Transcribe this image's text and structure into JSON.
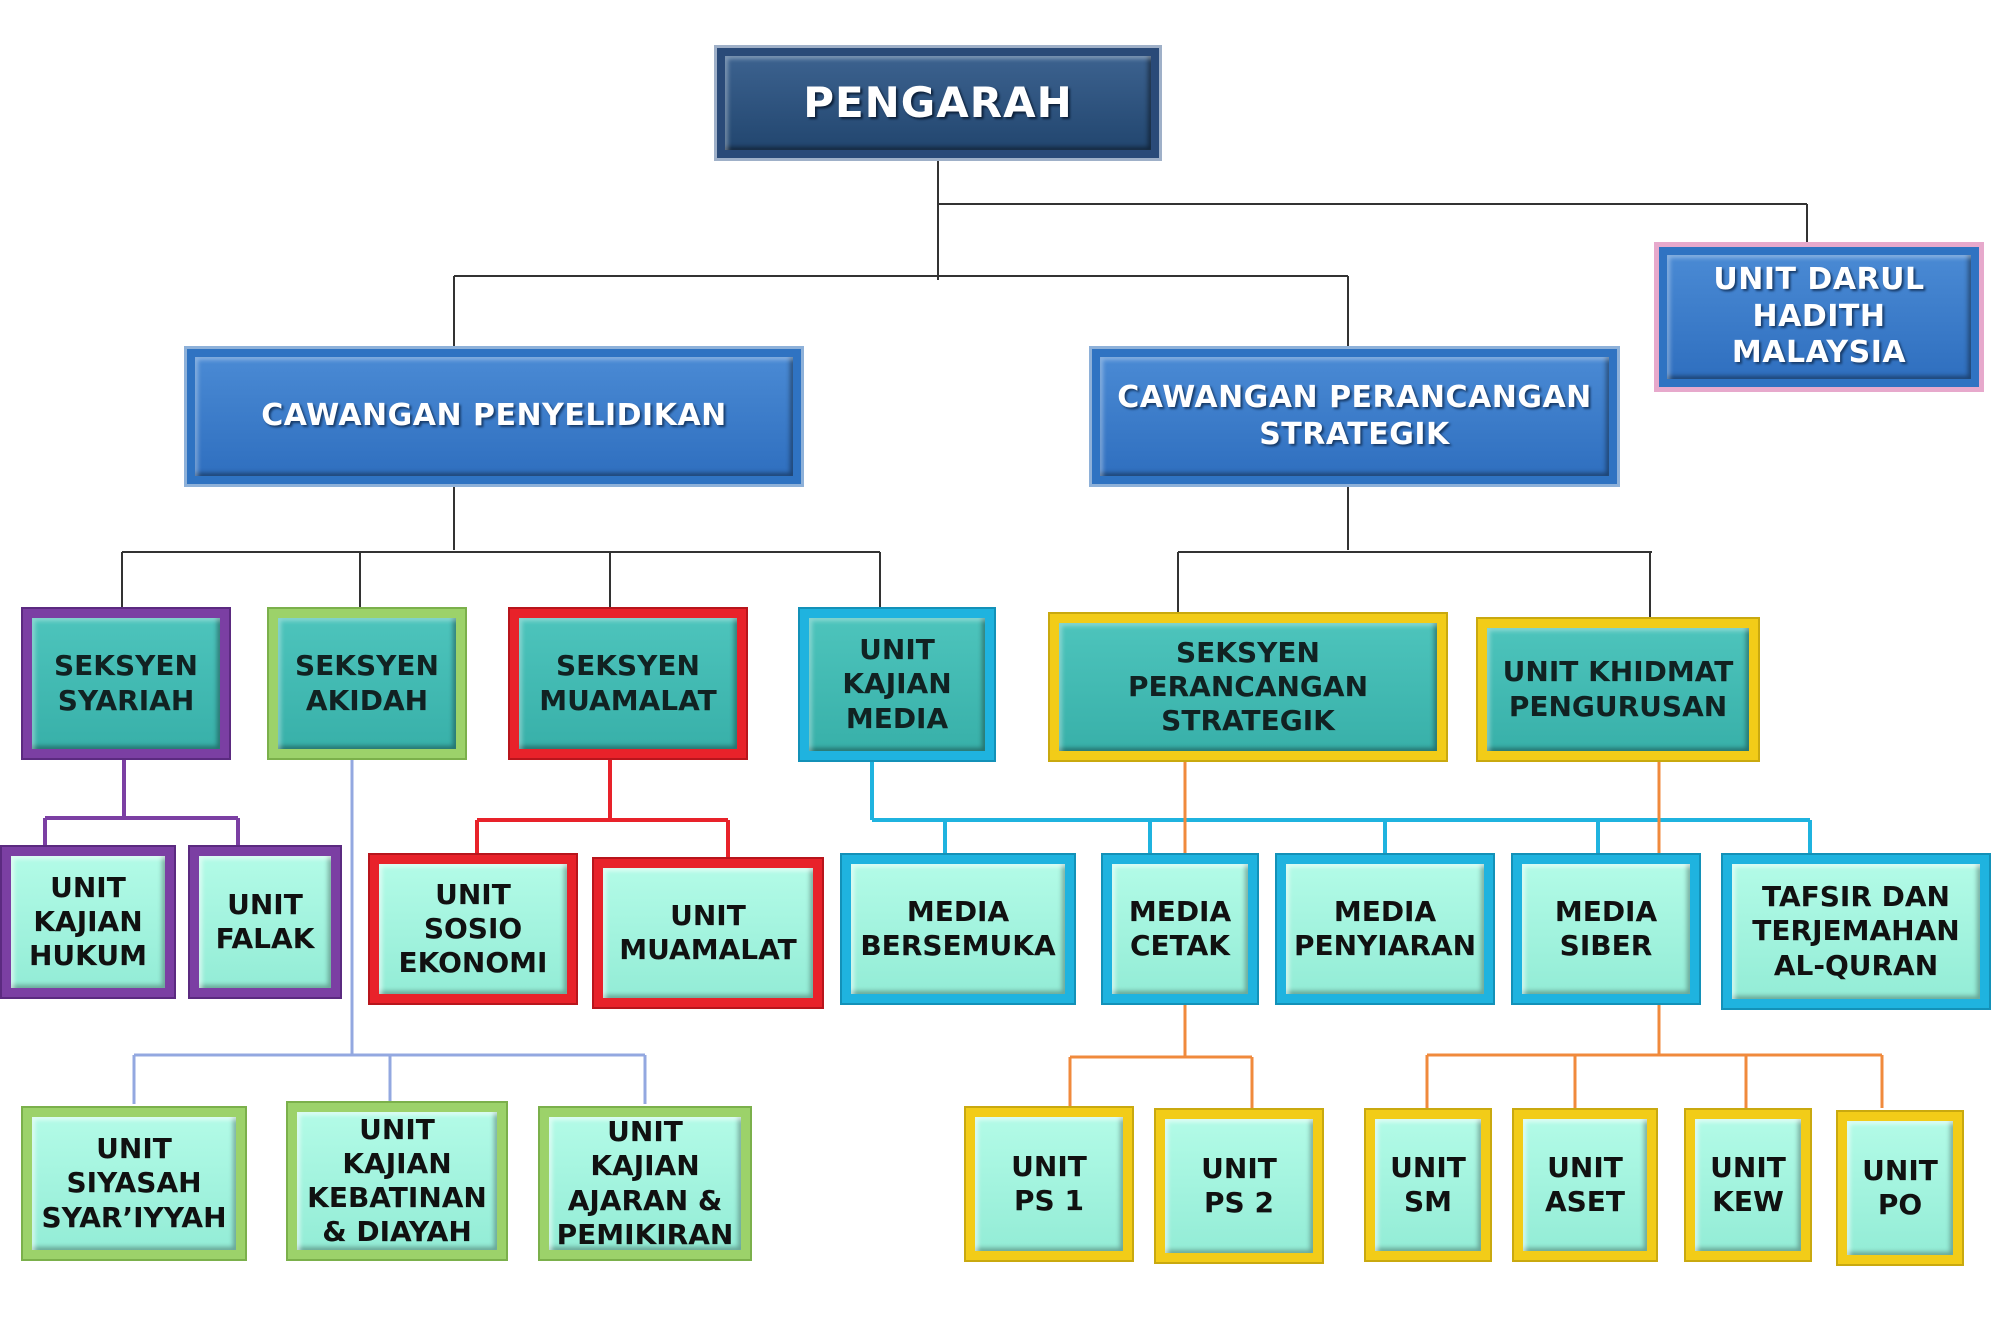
{
  "colors": {
    "black_line": "#333333",
    "purple": "#7b3fa3",
    "lime": "#9cd26a",
    "red": "#e8222a",
    "cyan": "#1fb3df",
    "gold": "#f2cc18",
    "periwinkle": "#93a8e0",
    "orange": "#f08a3c",
    "pink": "#e7a9cc"
  },
  "nodes": {
    "pengarah": "PENGARAH",
    "cawangan_penyelidikan": "CAWANGAN PENYELIDIKAN",
    "cawangan_perancangan": "CAWANGAN PERANCANGAN\nSTRATEGIK",
    "darul_hadith": "UNIT DARUL HADITH\nMALAYSIA",
    "seksyen_syariah": "SEKSYEN\nSYARIAH",
    "seksyen_akidah": "SEKSYEN\nAKIDAH",
    "seksyen_muamalat": "SEKSYEN\nMUAMALAT",
    "unit_kajian_media": "UNIT\nKAJIAN\nMEDIA",
    "seksyen_perancangan": "SEKSYEN\nPERANCANGAN\nSTRATEGIK",
    "unit_khidmat": "UNIT KHIDMAT\nPENGURUSAN",
    "unit_kajian_hukum": "UNIT\nKAJIAN\nHUKUM",
    "unit_falak": "UNIT\nFALAK",
    "unit_sosio": "UNIT\nSOSIO\nEKONOMI",
    "unit_muamalat": "UNIT\nMUAMALAT",
    "media_bersemuka": "MEDIA\nBERSEMUKA",
    "media_cetak": "MEDIA\nCETAK",
    "media_penyiaran": "MEDIA\nPENYIARAN",
    "media_siber": "MEDIA\nSIBER",
    "tafsir": "TAFSIR DAN\nTERJEMAHAN\nAL-QURAN",
    "unit_siyasah": "UNIT\nSIYASAH\nSYAR’IYYAH",
    "unit_kebatinan": "UNIT\nKAJIAN\nKEBATINAN\n& DIAYAH",
    "unit_ajaran": "UNIT\nKAJIAN\nAJARAN &\nPEMIKIRAN",
    "unit_ps1": "UNIT\nPS 1",
    "unit_ps2": "UNIT\nPS 2",
    "unit_sm": "UNIT\nSM",
    "unit_aset": "UNIT\nASET",
    "unit_kew": "UNIT\nKEW",
    "unit_po": "UNIT\nPO"
  }
}
